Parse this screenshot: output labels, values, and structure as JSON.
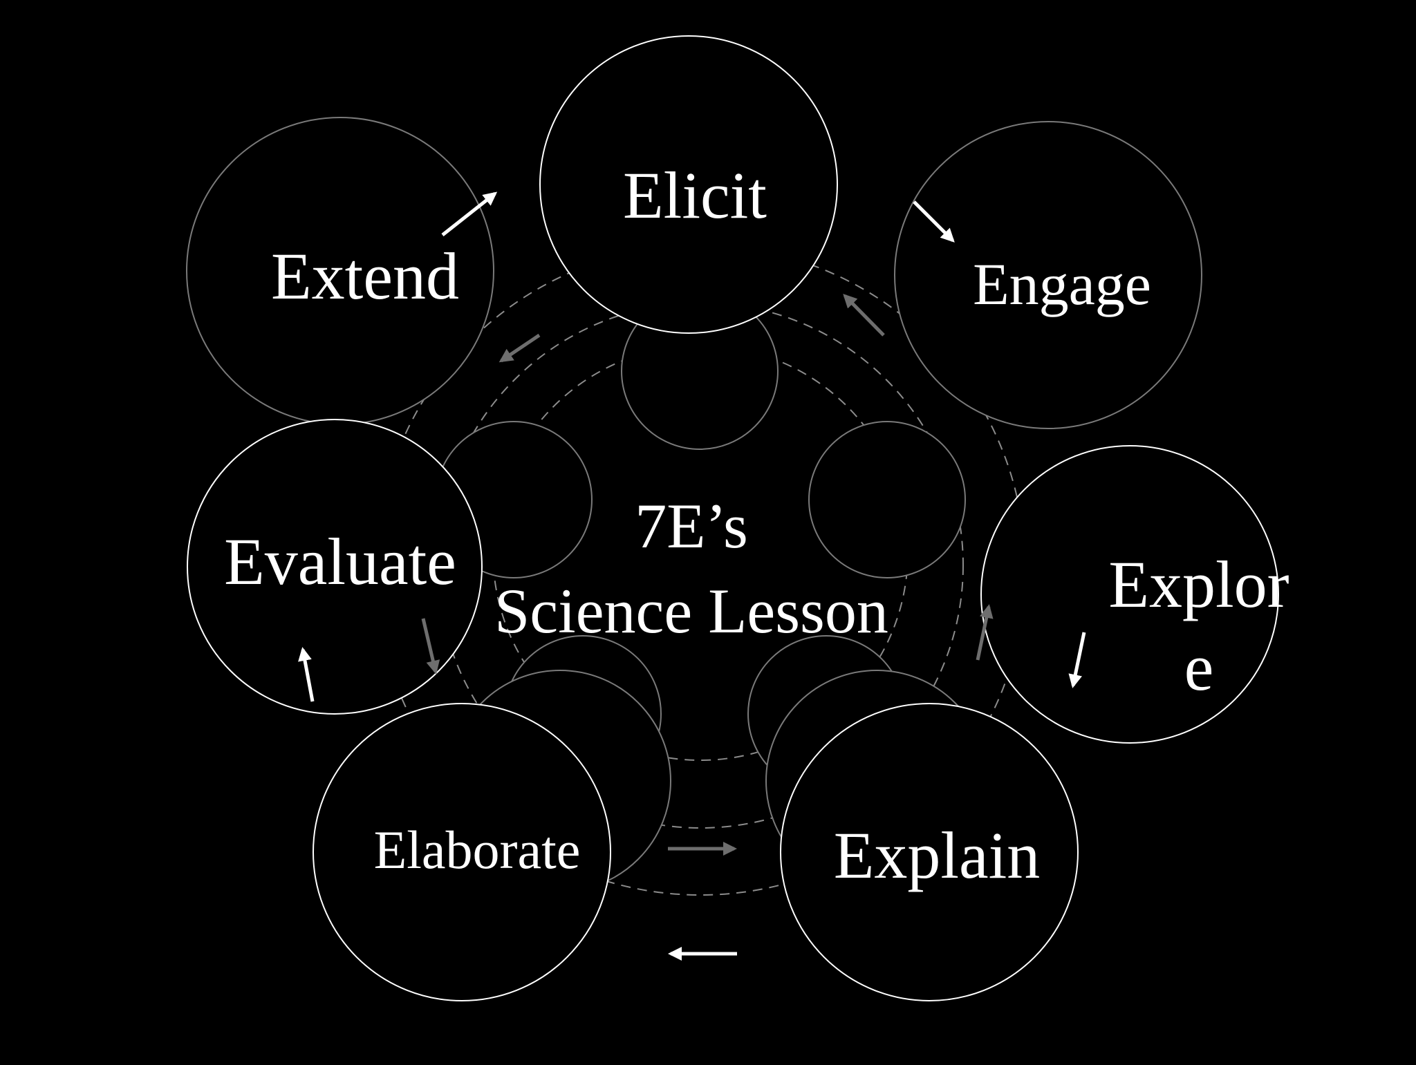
{
  "center": {
    "line1": "7E’s",
    "line2": "Science Lesson"
  },
  "stages": {
    "elicit": "Elicit",
    "engage": "Engage",
    "explore_line1": "Explor",
    "explore_line2": "e",
    "explain": "Explain",
    "elaborate": "Elaborate",
    "evaluate": "Evaluate",
    "extend": "Extend"
  },
  "colors": {
    "background": "#000000",
    "foreground": "#ffffff",
    "ghost_outline": "#7a7a7a",
    "dashed_ring": "#8c8c8c",
    "ghost_arrow": "#6e6e6e"
  }
}
